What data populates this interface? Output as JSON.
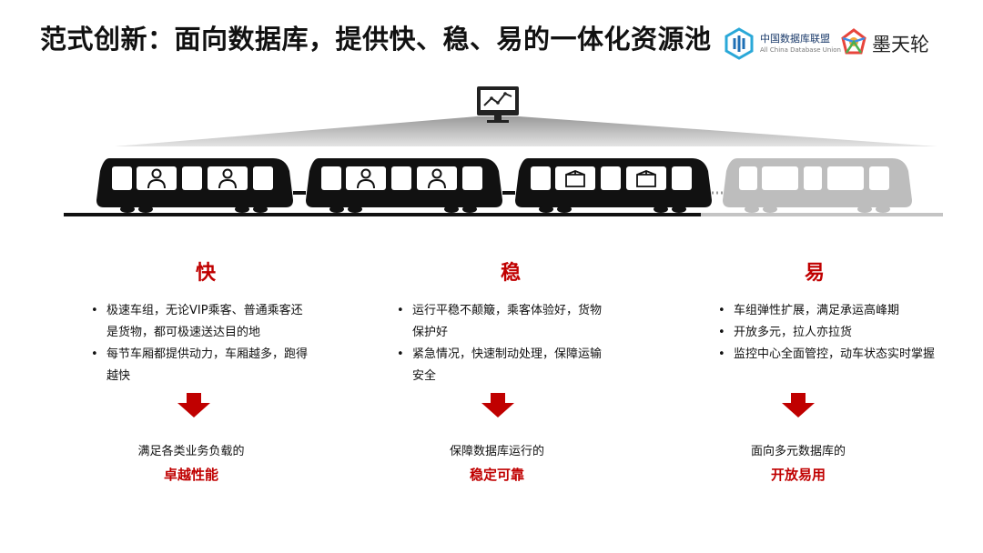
{
  "title": "范式创新：面向数据库，提供快、稳、易的一体化资源池",
  "logos": {
    "cdu": {
      "cn": "中国数据库联盟",
      "en": "All China Database Union",
      "icon": "cdu-logo-icon"
    },
    "modb": {
      "cn": "墨天轮",
      "icon": "modb-logo-icon"
    }
  },
  "colors": {
    "accent": "#c00000",
    "train": "#111111",
    "train_faded": "#bbbbbb"
  },
  "columns": [
    {
      "head": "快",
      "bullets": [
        "极速车组，无论VIP乘客、普通乘客还是货物，都可极速送达目的地",
        "每节车厢都提供动力，车厢越多，跑得越快"
      ],
      "summary_line": "满足各类业务负载的",
      "summary_highlight": "卓越性能"
    },
    {
      "head": "稳",
      "bullets": [
        "运行平稳不颠簸，乘客体验好，货物保护好",
        "紧急情况，快速制动处理，保障运输安全"
      ],
      "summary_line": "保障数据库运行的",
      "summary_highlight": "稳定可靠"
    },
    {
      "head": "易",
      "bullets": [
        "车组弹性扩展，满足承运高峰期",
        "开放多元，拉人亦拉货",
        "监控中心全面管控，动车状态实时掌握"
      ],
      "summary_line": "面向多元数据库的",
      "summary_highlight": "开放易用"
    }
  ]
}
